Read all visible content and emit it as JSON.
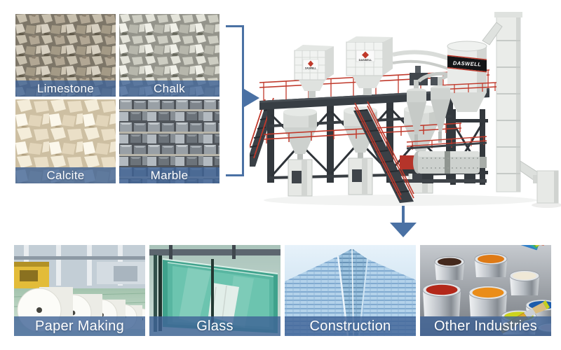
{
  "materials": {
    "items": [
      {
        "id": "limestone",
        "label": "Limestone"
      },
      {
        "id": "chalk",
        "label": "Chalk"
      },
      {
        "id": "calcite",
        "label": "Calcite"
      },
      {
        "id": "marble",
        "label": "Marble"
      }
    ]
  },
  "machine": {
    "brand": "DASWELL"
  },
  "industries": {
    "items": [
      {
        "id": "paper-making",
        "label": "Paper Making"
      },
      {
        "id": "glass",
        "label": "Glass"
      },
      {
        "id": "construction",
        "label": "Construction"
      },
      {
        "id": "other-industries",
        "label": "Other Industries"
      }
    ]
  },
  "flow": {
    "right_icon": "arrow-right",
    "down_icon": "arrow-down"
  },
  "colors": {
    "label_band": "rgba(62,99,150,0.80)",
    "label_text": "#ffffff",
    "connector": "#4a71a4",
    "machine_dark": "#383e44",
    "machine_light": "#eaece9",
    "machine_red": "#c0392b"
  }
}
